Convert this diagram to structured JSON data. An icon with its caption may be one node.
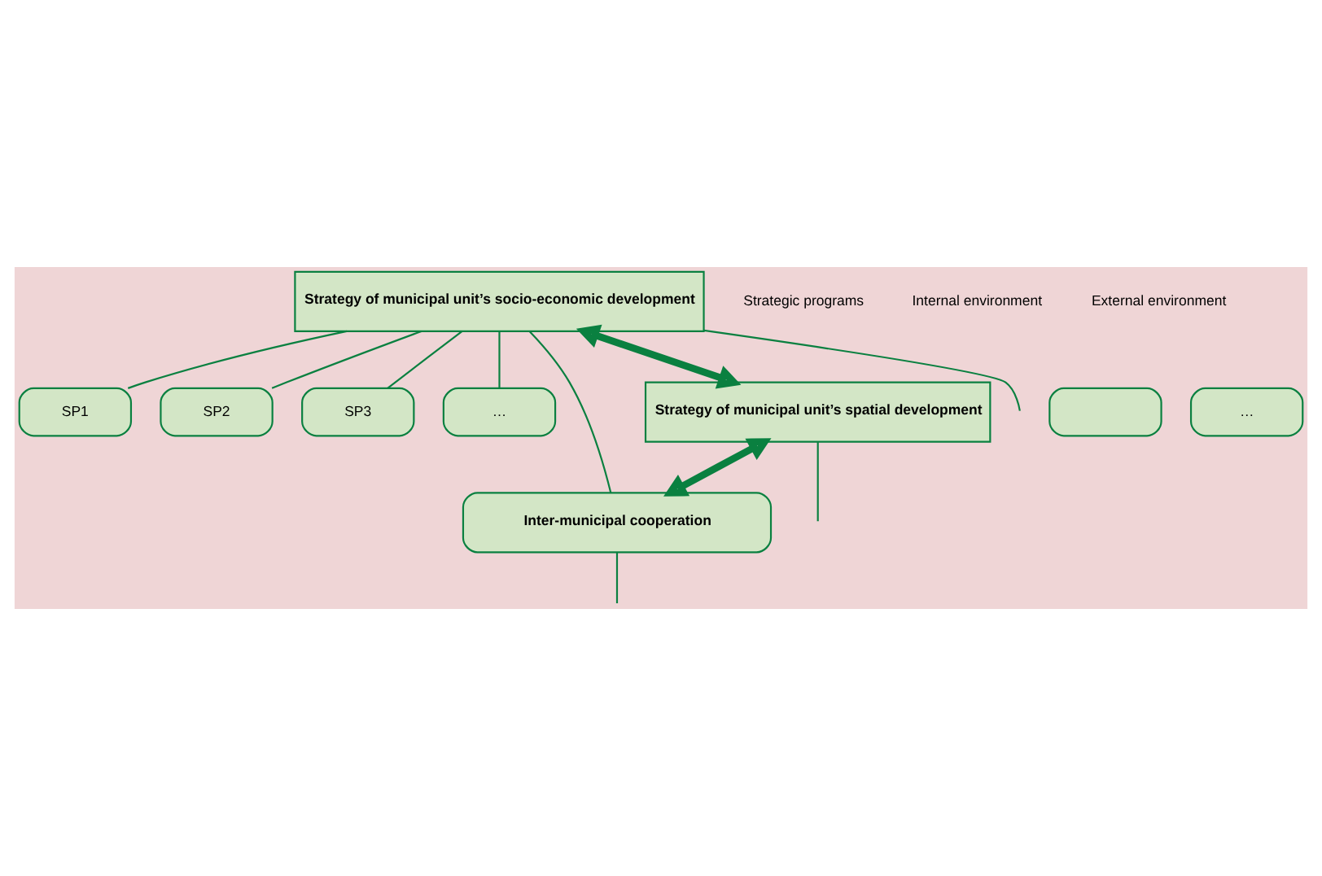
{
  "diagram": {
    "nodes": [
      {
        "text": [
          "Strategy of municipal unit’s socio-economic development"
        ]
      },
      {
        "text": [
          "SP1"
        ]
      },
      {
        "text": [
          "SP2"
        ]
      },
      {
        "text": [
          "SP3"
        ]
      },
      {
        "text": [
          "…"
        ]
      },
      {
        "text": [],
        "shape": "box"
      },
      {
        "text": [
          "…"
        ]
      },
      {
        "text": [
          "Strategy of municipal unit’s spatial development"
        ]
      },
      {
        "text": [
          "Inter-municipal cooperation"
        ]
      }
    ],
    "edges": [
      {
        "from": 0,
        "to": 1,
        "arrow": "none"
      },
      {
        "from": 0,
        "to": 2,
        "arrow": "none"
      },
      {
        "from": 0,
        "to": 3,
        "arrow": "none"
      },
      {
        "from": 0,
        "to": 4,
        "arrow": "none"
      },
      {
        "from": 0,
        "to": 8,
        "arrow": "none"
      },
      {
        "from": 0,
        "to": 7,
        "arrow": "both",
        "style": "thick"
      },
      {
        "from": 7,
        "to": 8,
        "arrow": "both",
        "style": "thick"
      },
      {
        "from": 0,
        "to": null,
        "arrow": "none"
      },
      {
        "from": 7,
        "to": null,
        "arrow": "none"
      },
      {
        "from": 8,
        "to": null,
        "arrow": "none"
      }
    ],
    "labels": [
      "Strategic programs",
      "Internal environment",
      "External environment"
    ]
  }
}
